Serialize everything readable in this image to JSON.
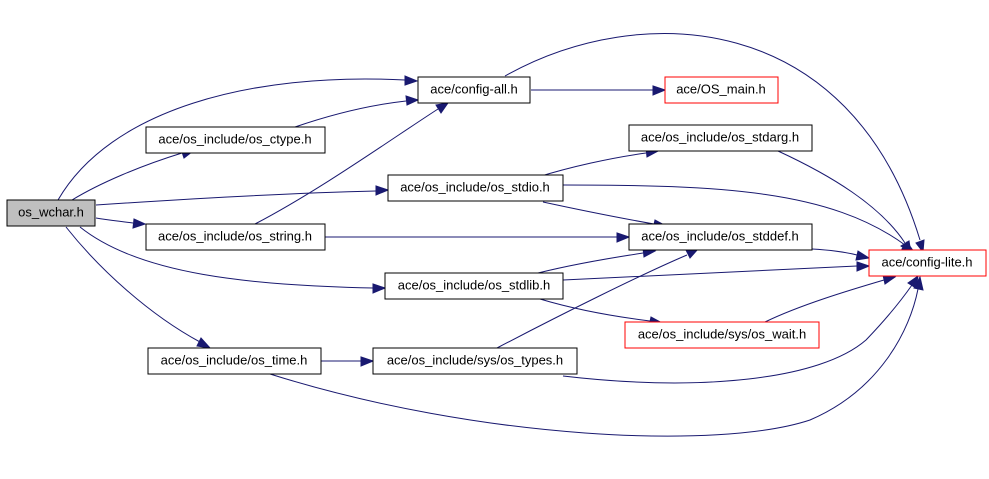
{
  "colors": {
    "edge": "#191970",
    "node_border": "#000000",
    "external_node_border": "#ff0000",
    "root_fill": "#bfbfbf"
  },
  "nodes": {
    "os_wchar": "os_wchar.h",
    "config_all": "ace/config-all.h",
    "os_main": "ace/OS_main.h",
    "os_ctype": "ace/os_include/os_ctype.h",
    "os_stdarg": "ace/os_include/os_stdarg.h",
    "os_stdio": "ace/os_include/os_stdio.h",
    "os_string": "ace/os_include/os_string.h",
    "os_stddef": "ace/os_include/os_stddef.h",
    "config_lite": "ace/config-lite.h",
    "os_stdlib": "ace/os_include/os_stdlib.h",
    "os_wait": "ace/os_include/sys/os_wait.h",
    "os_time": "ace/os_include/os_time.h",
    "os_types": "ace/os_include/sys/os_types.h"
  },
  "edges": [
    [
      "os_wchar",
      "config_all"
    ],
    [
      "os_wchar",
      "os_ctype"
    ],
    [
      "os_wchar",
      "os_stdio"
    ],
    [
      "os_wchar",
      "os_string"
    ],
    [
      "os_wchar",
      "os_stdlib"
    ],
    [
      "os_wchar",
      "os_time"
    ],
    [
      "os_ctype",
      "config_all"
    ],
    [
      "os_string",
      "config_all"
    ],
    [
      "config_all",
      "os_main"
    ],
    [
      "config_all",
      "config_lite"
    ],
    [
      "os_stdio",
      "os_stdarg"
    ],
    [
      "os_stdio",
      "os_stddef"
    ],
    [
      "os_stdio",
      "config_lite"
    ],
    [
      "os_string",
      "os_stddef"
    ],
    [
      "os_stdarg",
      "config_lite"
    ],
    [
      "os_stddef",
      "config_lite"
    ],
    [
      "os_stdlib",
      "os_stddef"
    ],
    [
      "os_stdlib",
      "config_lite"
    ],
    [
      "os_stdlib",
      "os_wait"
    ],
    [
      "os_wait",
      "config_lite"
    ],
    [
      "os_time",
      "os_types"
    ],
    [
      "os_time",
      "config_lite"
    ],
    [
      "os_types",
      "os_stddef"
    ],
    [
      "os_types",
      "config_lite"
    ]
  ]
}
